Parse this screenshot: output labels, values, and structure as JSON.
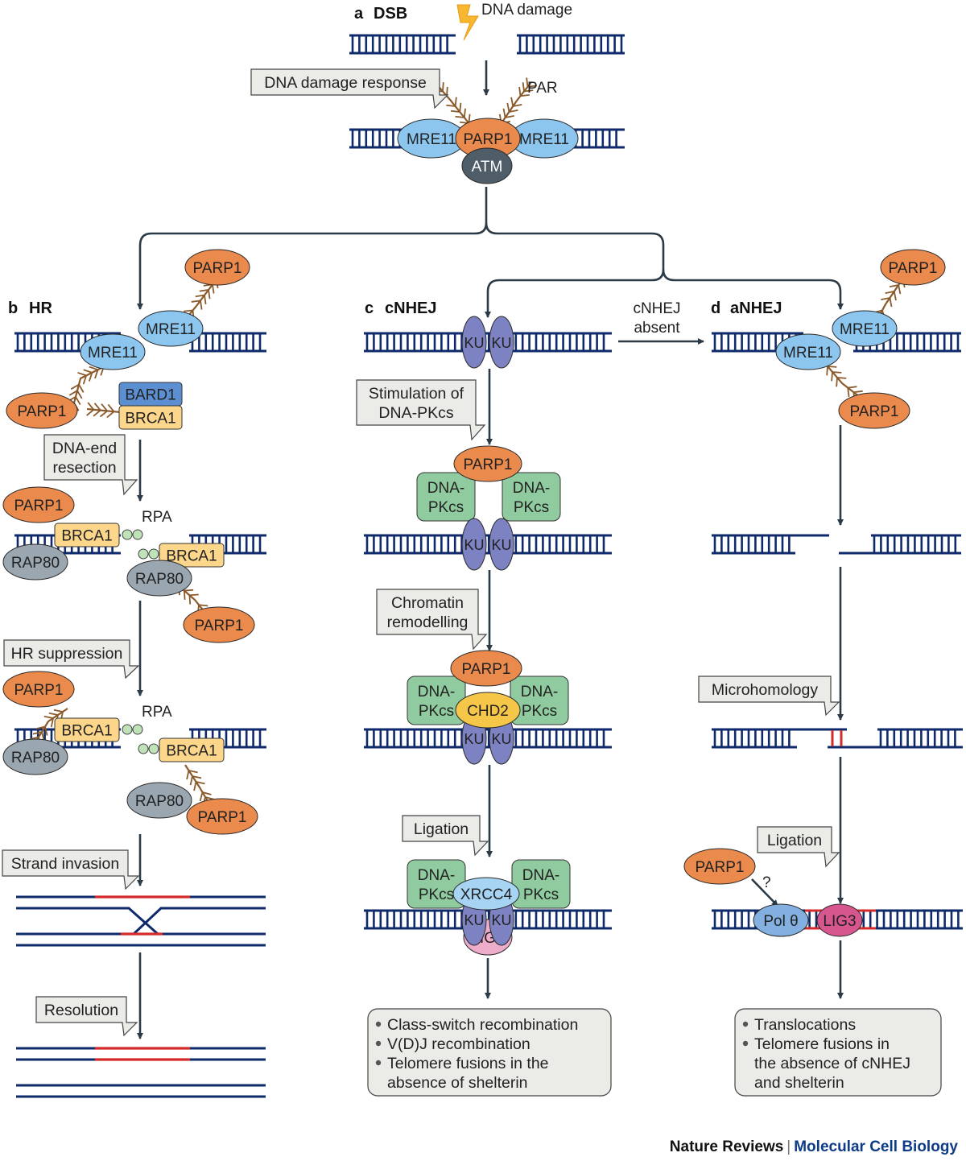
{
  "panels": {
    "a": {
      "letter": "a",
      "title": "DSB"
    },
    "b": {
      "letter": "b",
      "title": "HR"
    },
    "c": {
      "letter": "c",
      "title": "cNHEJ"
    },
    "d": {
      "letter": "d",
      "title": "aNHEJ"
    }
  },
  "labels": {
    "dna_damage": "DNA damage",
    "par": "PAR",
    "rpa": "RPA",
    "question": "?",
    "cnhej_absent": [
      "cNHEJ",
      "absent"
    ]
  },
  "callouts": {
    "dna_damage_response": [
      "DNA damage response"
    ],
    "dna_end_resection": [
      "DNA-end",
      "resection"
    ],
    "hr_suppression": [
      "HR suppression"
    ],
    "strand_invasion": [
      "Strand invasion"
    ],
    "resolution": [
      "Resolution"
    ],
    "stimulation": [
      "Stimulation of",
      "DNA-PKcs"
    ],
    "chromatin": [
      "Chromatin",
      "remodelling"
    ],
    "ligation_c": [
      "Ligation"
    ],
    "microhomology": [
      "Microhomology"
    ],
    "ligation_d": [
      "Ligation"
    ]
  },
  "proteins": {
    "parp1": "PARP1",
    "mre11": "MRE11",
    "atm": "ATM",
    "bard1": "BARD1",
    "brca1": "BRCA1",
    "rap80": "RAP80",
    "ku": "KU",
    "dnapkcs": [
      "DNA-",
      "PKcs"
    ],
    "chd2": "CHD2",
    "xrcc4": "XRCC4",
    "lig4": "LIG4",
    "lig3": "LIG3",
    "polq": "Pol θ"
  },
  "outcomes": {
    "cnhej": [
      "Class-switch recombination",
      "V(D)J recombination",
      "Telomere fusions in the",
      "absence of shelterin"
    ],
    "anhej": [
      "Translocations",
      "Telomere fusions in",
      "the absence of cNHEJ",
      "and shelterin"
    ]
  },
  "credit": {
    "journal": "Nature Reviews",
    "separator": "|",
    "subject": "Molecular Cell Biology"
  },
  "colors": {
    "dna": "#0f2a6b",
    "arrow": "#2b3a47",
    "red_strand": "#d42a2a",
    "parp1": "#ea8a4d",
    "mre11": "#8cc6ee",
    "atm": "#4e5d68",
    "rap80": "#9aa6b0",
    "ku": "#7d82c2",
    "dnapkcs": "#8fcb9f",
    "brca1": "#fcd68b",
    "bard1": "#5b8fd1",
    "chd2": "#f5c648",
    "xrcc4": "#a6d4f2",
    "lig4": "#eeaccb",
    "lig3": "#d7568e",
    "polq": "#83b0e0",
    "rpa": "#bfe2b8",
    "par": "#8b5a2b",
    "callout": "#ebebe8",
    "lightning": "#f7b731"
  }
}
